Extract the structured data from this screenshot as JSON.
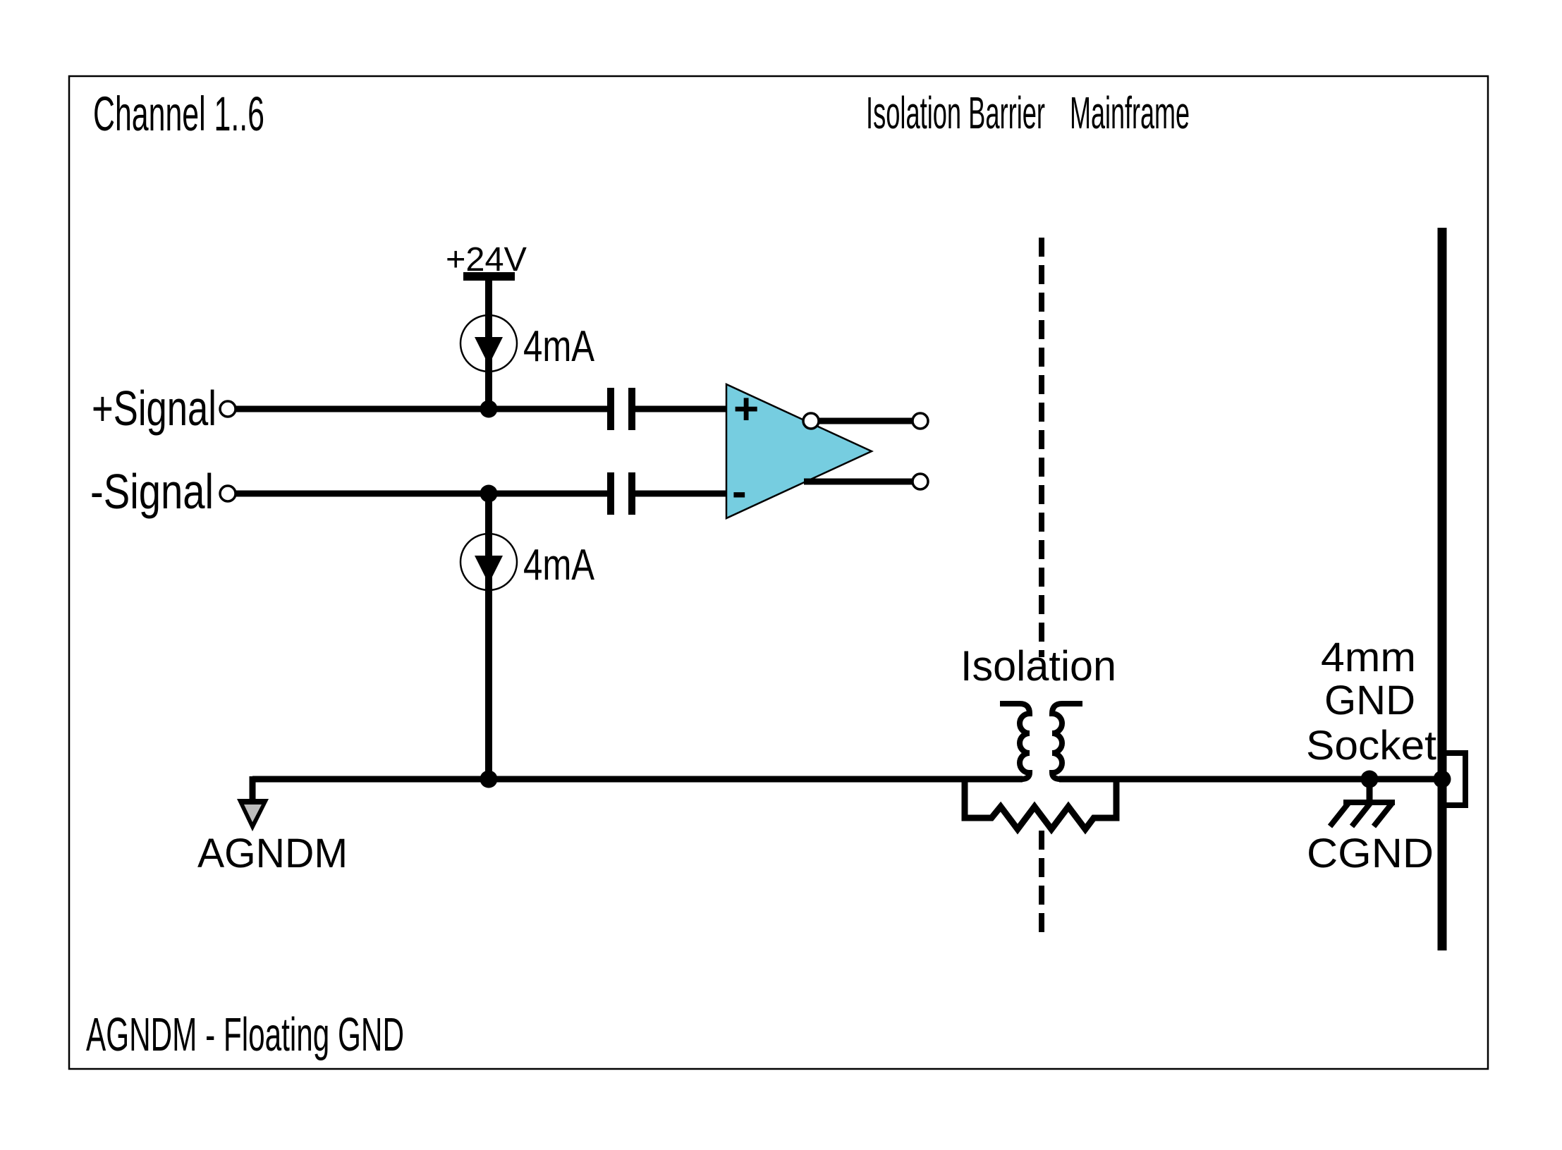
{
  "title": "Channel 1..6",
  "header": {
    "isolation_barrier": "Isolation Barrier",
    "mainframe": "Mainframe"
  },
  "supply": {
    "rail_label": "+24V",
    "source_top_label": "4mA",
    "source_bottom_label": "4mA"
  },
  "inputs": {
    "plus_label": "+Signal",
    "minus_label": "-Signal"
  },
  "opamp": {
    "plus": "+",
    "minus": "-"
  },
  "isolation": {
    "label": "Isolation"
  },
  "mainframe_side": {
    "socket_label_lines": [
      "4mm",
      "GND",
      "Socket"
    ],
    "cgnd_label": "CGND"
  },
  "floating_ground": {
    "agndm_label": "AGNDM",
    "note": "AGNDM - Floating GND"
  },
  "colors": {
    "opamp_fill": "#76CDE0",
    "agndm_arrow_fill": "#BDBDBD",
    "wire": "#000000",
    "background": "#FFFFFF"
  }
}
